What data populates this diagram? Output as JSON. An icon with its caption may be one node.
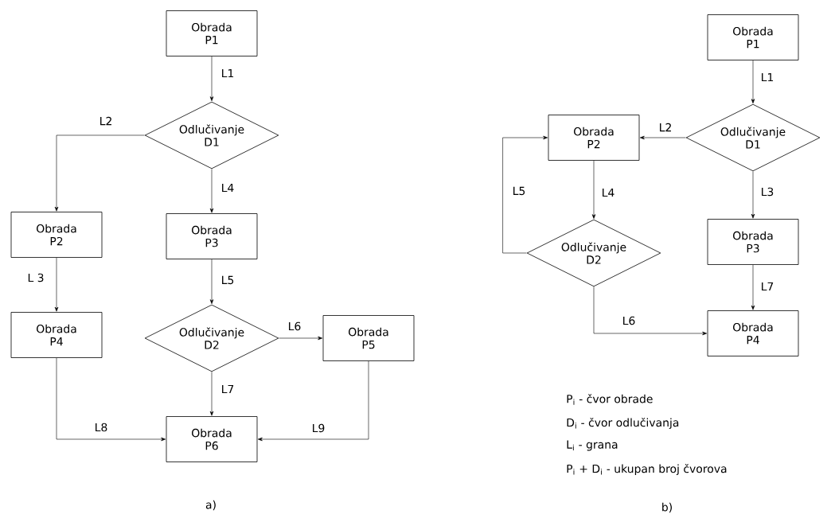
{
  "diagram": {
    "nodes": [
      {
        "text": [
          "Obrada P1"
        ]
      },
      {
        "text": [
          "Odlučivanje D1"
        ]
      },
      {
        "text": [
          "Obrada P2"
        ]
      },
      {
        "text": [
          "Obrada P3"
        ]
      },
      {
        "text": [
          "Obrada P4"
        ]
      },
      {
        "text": [
          "Odlučivanje D2"
        ]
      },
      {
        "text": [
          "Obrada P5"
        ]
      },
      {
        "text": [
          "Obrada P6"
        ]
      },
      {
        "text": [
          "Obrada P1"
        ]
      },
      {
        "text": [
          "Odlučivanje D1"
        ]
      },
      {
        "text": [
          "Obrada P2"
        ]
      },
      {
        "text": [
          "Odlučivanje D2"
        ]
      },
      {
        "text": [
          "Obrada P3"
        ]
      },
      {
        "text": [
          "Obrada P4"
        ]
      }
    ],
    "edges": [
      {
        "from": 0,
        "to": 1,
        "arrow": "to",
        "label": "L1"
      },
      {
        "from": 1,
        "to": 2,
        "arrow": "to",
        "label": "L2"
      },
      {
        "from": 1,
        "to": 3,
        "arrow": "to",
        "label": "L4"
      },
      {
        "from": 2,
        "to": 4,
        "arrow": "to",
        "label": "L 3"
      },
      {
        "from": 3,
        "to": 5,
        "arrow": "to",
        "label": "L5"
      },
      {
        "from": 5,
        "to": 6,
        "arrow": "to",
        "label": "L6"
      },
      {
        "from": 5,
        "to": 7,
        "arrow": "to",
        "label": "L7"
      },
      {
        "from": 4,
        "to": 7,
        "arrow": "to",
        "label": "L8"
      },
      {
        "from": 6,
        "to": 7,
        "arrow": "to",
        "label": "L9"
      },
      {
        "from": 8,
        "to": 9,
        "arrow": "to",
        "label": "L1"
      },
      {
        "from": 9,
        "to": 10,
        "arrow": "to",
        "label": "L2"
      },
      {
        "from": 9,
        "to": 12,
        "arrow": "to",
        "label": "L3"
      },
      {
        "from": 10,
        "to": 11,
        "arrow": "to",
        "label": "L4"
      },
      {
        "from": 11,
        "to": 10,
        "arrow": "to",
        "label": "L5"
      },
      {
        "from": 11,
        "to": 13,
        "arrow": "to",
        "label": "L6"
      },
      {
        "from": 12,
        "to": 13,
        "arrow": "to",
        "label": "L7"
      }
    ],
    "labels": [
      "a)",
      "P$_{i}$ - čvor obrade",
      "D$_{i}$ - čvor odlučivanja",
      "L$_{i}$ - grana",
      "P$_{i}$ + D$_{i}$ - ukupan broj čvorova",
      "b)"
    ]
  }
}
